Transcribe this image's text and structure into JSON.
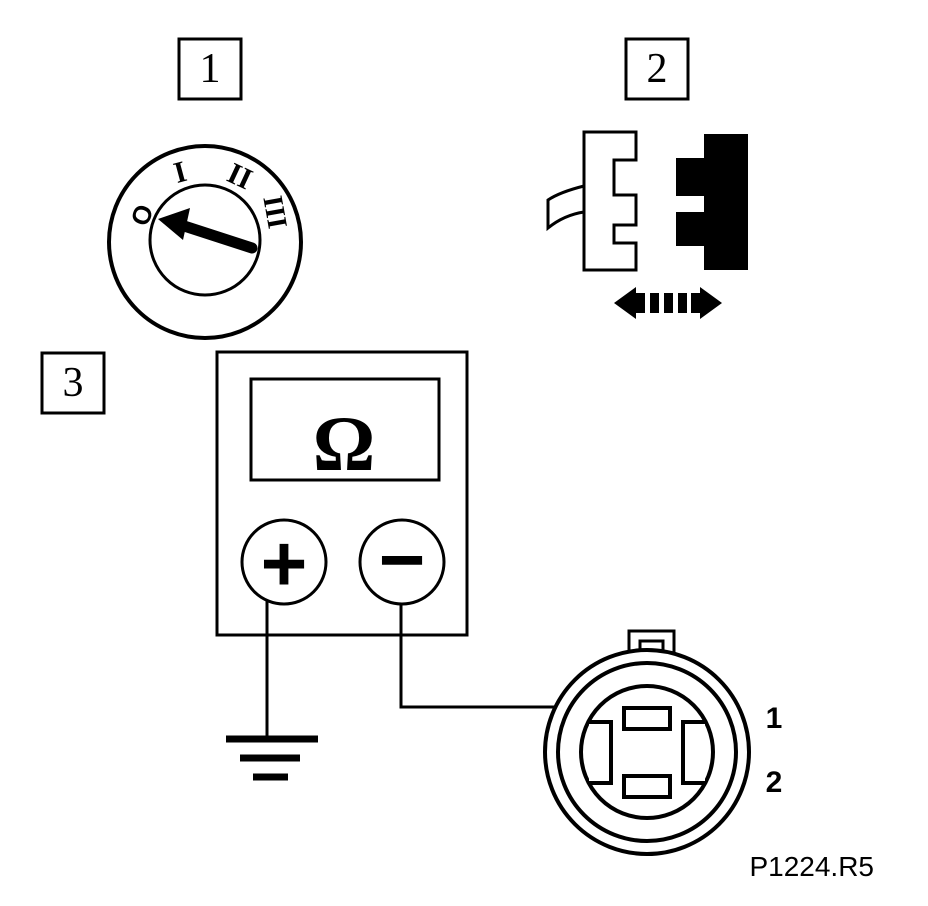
{
  "steps": [
    {
      "label": "1"
    },
    {
      "label": "2"
    },
    {
      "label": "3"
    }
  ],
  "ignition": {
    "positions": [
      "O",
      "I",
      "II",
      "III"
    ],
    "selected": "O"
  },
  "multimeter": {
    "symbol": "Ω",
    "positive_label": "+",
    "negative_label": "−"
  },
  "connector": {
    "pins": [
      "1",
      "2"
    ]
  },
  "reference": "P1224.R5",
  "colors": {
    "ink": "#000000",
    "paper": "#ffffff"
  }
}
